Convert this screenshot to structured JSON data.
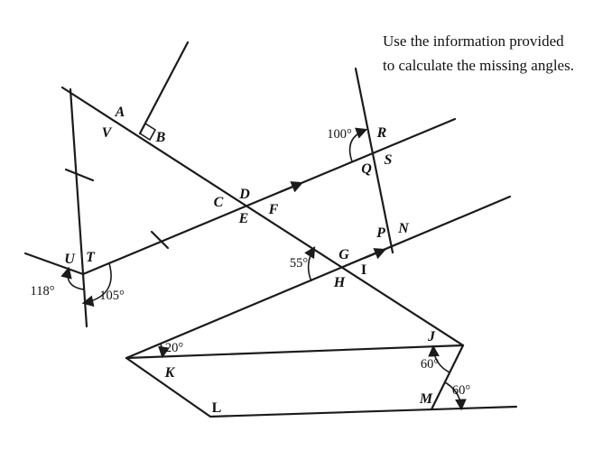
{
  "instruction": {
    "line1": "Use the information provided",
    "line2": "to calculate the missing angles."
  },
  "points": {
    "A": "A",
    "B": "B",
    "C": "C",
    "D": "D",
    "E": "E",
    "F": "F",
    "G": "G",
    "H": "H",
    "I": "I",
    "J": "J",
    "K": "K",
    "L": "L",
    "M": "M",
    "N": "N",
    "P": "P",
    "Q": "Q",
    "R": "R",
    "S": "S",
    "T": "T",
    "U": "U",
    "V": "V"
  },
  "angles": {
    "at_Q": "100°",
    "at_G": "55°",
    "at_U": "118°",
    "at_T": "105°",
    "at_K": "20°",
    "at_J": "60°",
    "at_M": "60°"
  },
  "colors": {
    "line": "#1b1b1b",
    "text": "#111111",
    "background": "#ffffff"
  }
}
